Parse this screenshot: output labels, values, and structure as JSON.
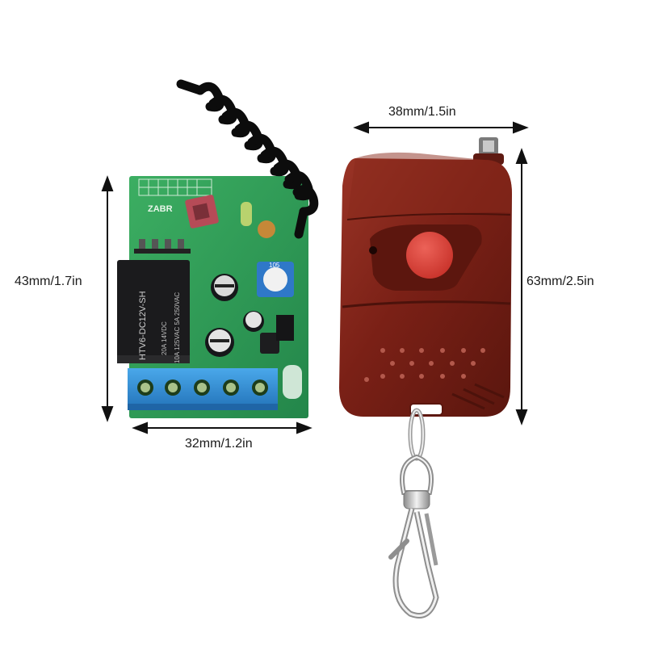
{
  "dimensions": {
    "receiver_height": "43mm/1.7in",
    "receiver_width": "32mm/1.2in",
    "remote_width": "38mm/1.5in",
    "remote_height": "63mm/2.5in"
  },
  "board": {
    "brand": "ZABR",
    "relay_model": "HTV6-DC12V-SH",
    "relay_rating_1": "20A 14VDC",
    "relay_rating_2": "10A 125VAC  5A 250VAC",
    "pot_marking": "105"
  },
  "colors": {
    "pcb": "#2e9a52",
    "relay": "#1b1b1d",
    "terminal": "#2f8fd6",
    "remote_body": "#7c2218",
    "remote_button": "#d84038",
    "antenna": "#0c0c0c"
  },
  "icons": {
    "arrow": "arrow-icon",
    "antenna": "coil-antenna-icon",
    "keychain": "keyring-clip-icon"
  }
}
